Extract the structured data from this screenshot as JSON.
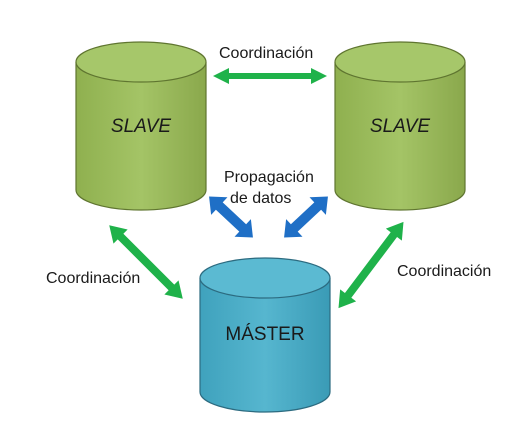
{
  "nodes": {
    "slave_left": {
      "label": "SLAVE",
      "color": "#9bbb59",
      "stroke": "#5f7530"
    },
    "slave_right": {
      "label": "SLAVE",
      "color": "#9bbb59",
      "stroke": "#5f7530"
    },
    "master": {
      "label": "MÁSTER",
      "color": "#4bacc6",
      "stroke": "#2c6b80"
    }
  },
  "edges": {
    "top_coordination": "Coordinación",
    "left_coordination": "Coordinación",
    "right_coordination": "Coordinación",
    "propagation_line1": "Propagación",
    "propagation_line2": "de datos"
  },
  "colors": {
    "coordination_arrow": "#1fb24a",
    "propagation_arrow": "#1f6fc6",
    "background": "#ffffff"
  }
}
